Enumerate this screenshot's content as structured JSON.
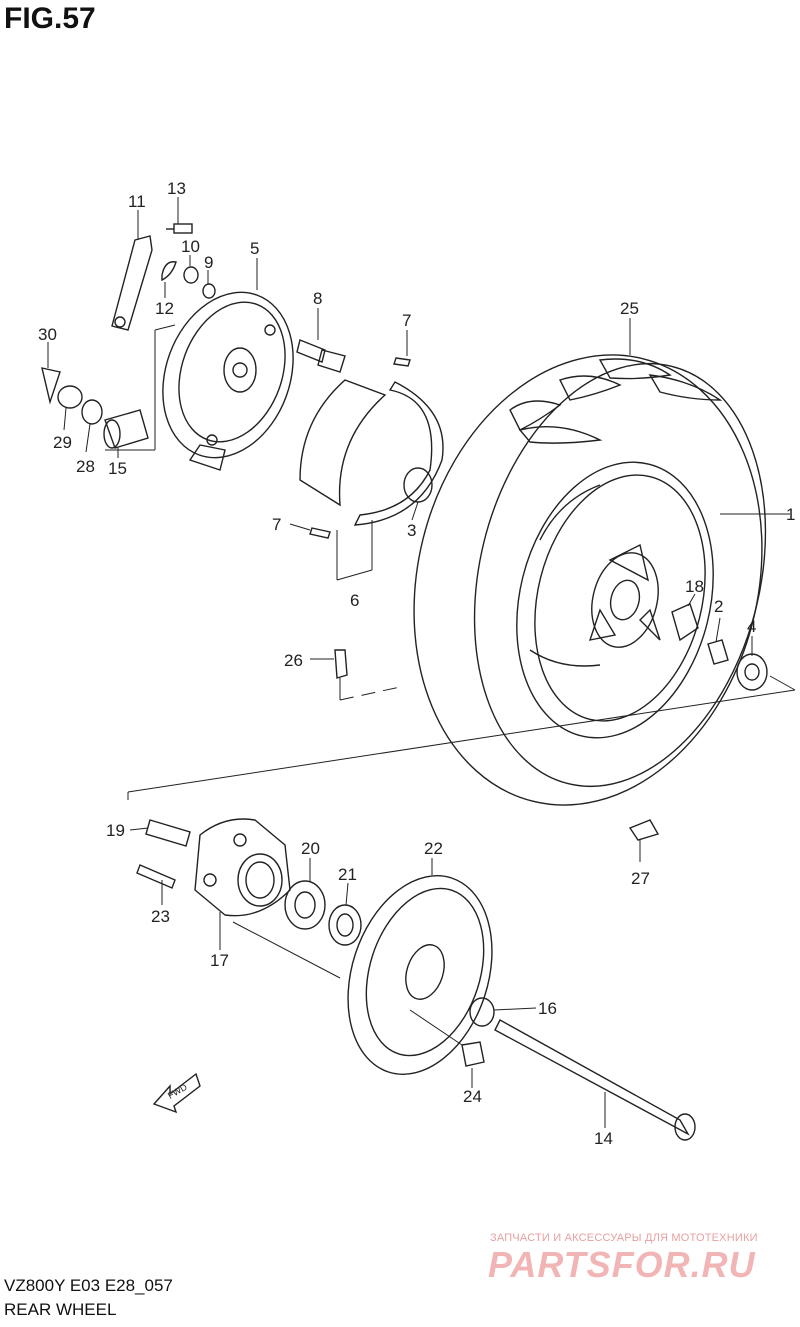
{
  "figure": {
    "title": "FIG.57",
    "code": "VZ800Y  E03 E28_057",
    "name": "REAR WHEEL"
  },
  "fwd_arrow": {
    "label": "FWD"
  },
  "watermark": {
    "line1": "ЗАПЧАСТИ И АКСЕССУАРЫ ДЛЯ МОТОТЕХНИКИ",
    "line2": "PARTSFOR.RU"
  },
  "callouts": [
    {
      "id": "c1",
      "text": "1"
    },
    {
      "id": "c2",
      "text": "2"
    },
    {
      "id": "c3",
      "text": "3"
    },
    {
      "id": "c4",
      "text": "4"
    },
    {
      "id": "c5",
      "text": "5"
    },
    {
      "id": "c6",
      "text": "6"
    },
    {
      "id": "c7a",
      "text": "7"
    },
    {
      "id": "c7b",
      "text": "7"
    },
    {
      "id": "c8",
      "text": "8"
    },
    {
      "id": "c9",
      "text": "9"
    },
    {
      "id": "c10",
      "text": "10"
    },
    {
      "id": "c11",
      "text": "11"
    },
    {
      "id": "c12",
      "text": "12"
    },
    {
      "id": "c13",
      "text": "13"
    },
    {
      "id": "c14",
      "text": "14"
    },
    {
      "id": "c15",
      "text": "15"
    },
    {
      "id": "c16",
      "text": "16"
    },
    {
      "id": "c17",
      "text": "17"
    },
    {
      "id": "c18",
      "text": "18"
    },
    {
      "id": "c19",
      "text": "19"
    },
    {
      "id": "c20",
      "text": "20"
    },
    {
      "id": "c21",
      "text": "21"
    },
    {
      "id": "c22",
      "text": "22"
    },
    {
      "id": "c23",
      "text": "23"
    },
    {
      "id": "c24",
      "text": "24"
    },
    {
      "id": "c25",
      "text": "25"
    },
    {
      "id": "c26",
      "text": "26"
    },
    {
      "id": "c27",
      "text": "27"
    },
    {
      "id": "c28",
      "text": "28"
    },
    {
      "id": "c29",
      "text": "29"
    },
    {
      "id": "c30",
      "text": "30"
    }
  ]
}
